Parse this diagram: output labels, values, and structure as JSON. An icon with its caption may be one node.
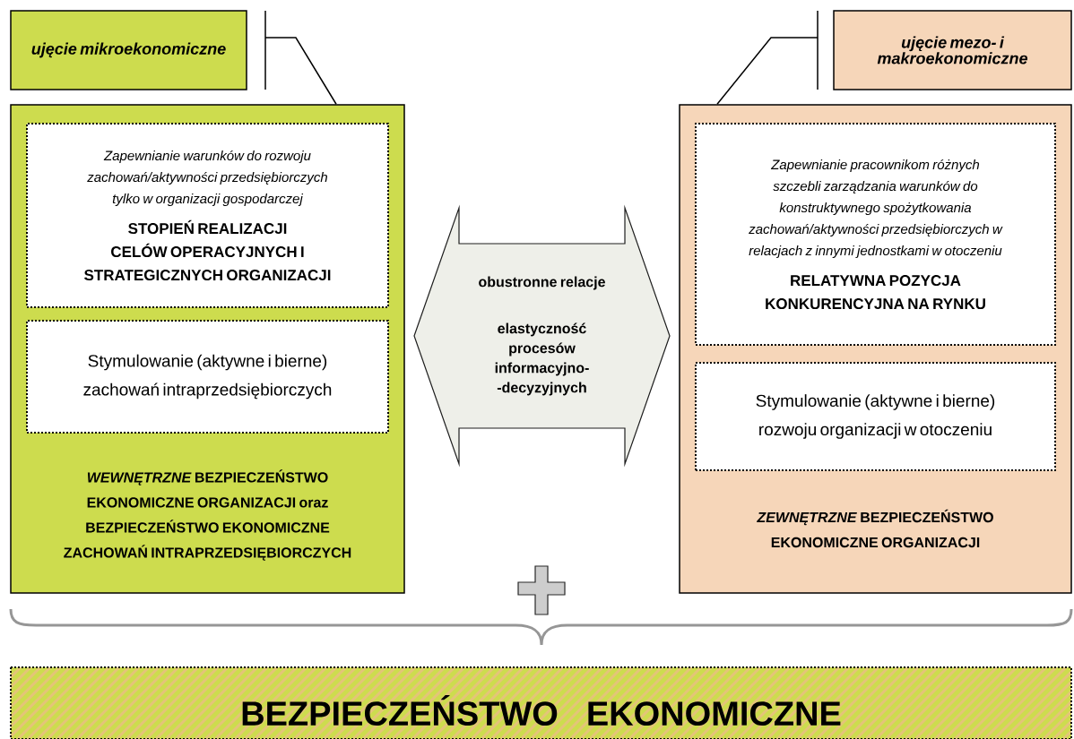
{
  "diagram": {
    "nodes": [
      {
        "text": [
          "ujęcie mikroekonomiczne"
        ]
      },
      {
        "text": [
          "*WEWNĘTRZNE* BEZPIECZEŃSTWO EKONOMICZNE ORGANIZACJI oraz BEZPIECZEŃSTWO EKONOMICZNE ZACHOWAŃ INTRAPRZEDSIĘBIORCZYCH"
        ]
      },
      {
        "text": [
          "Zapewnianie warunków do rozwoju zachowań/aktywności przedsiębiorczych tylko w organizacji gospodarczej",
          "STOPIEŃ REALIZACJI CELÓW OPERACYJNYCH I STRATEGICZNYCH ORGANIZACJI"
        ],
        "in": 1
      },
      {
        "text": [
          "Stymulowanie (aktywne i bierne) zachowań intraprzedsiębiorczych"
        ],
        "in": 1
      },
      {
        "text": [
          "obustronne relacje",
          "elastyczność procesów informacyjno- -decyzyjnych"
        ]
      },
      {
        "text": [
          "ujęcie mezo- i makroekonomiczne"
        ]
      },
      {
        "text": [
          "*ZEWNĘTRZNE* BEZPIECZEŃSTWO EKONOMICZNE ORGANIZACJI"
        ]
      },
      {
        "text": [
          "Zapewnianie pracownikom różnych szczebli zarządzania warunków do konstruktywnego spożytkowania zachowań/aktywności przedsiębiorczych w relacjach z innymi jednostkami w otoczeniu",
          "RELATYWNA POZYCJA KONKURENCYJNA NA RYNKU"
        ],
        "in": 6
      },
      {
        "text": [
          "Stymulowanie (aktywne i bierne) rozwoju organizacji w otoczeniu"
        ],
        "in": 6
      },
      {
        "text": [
          "BEZPIECZEŃSTWO EKONOMICZNE"
        ]
      }
    ],
    "edges": [
      {
        "from": 0,
        "to": 1,
        "arrow": "none"
      },
      {
        "from": 5,
        "to": 6,
        "arrow": "none"
      }
    ]
  }
}
